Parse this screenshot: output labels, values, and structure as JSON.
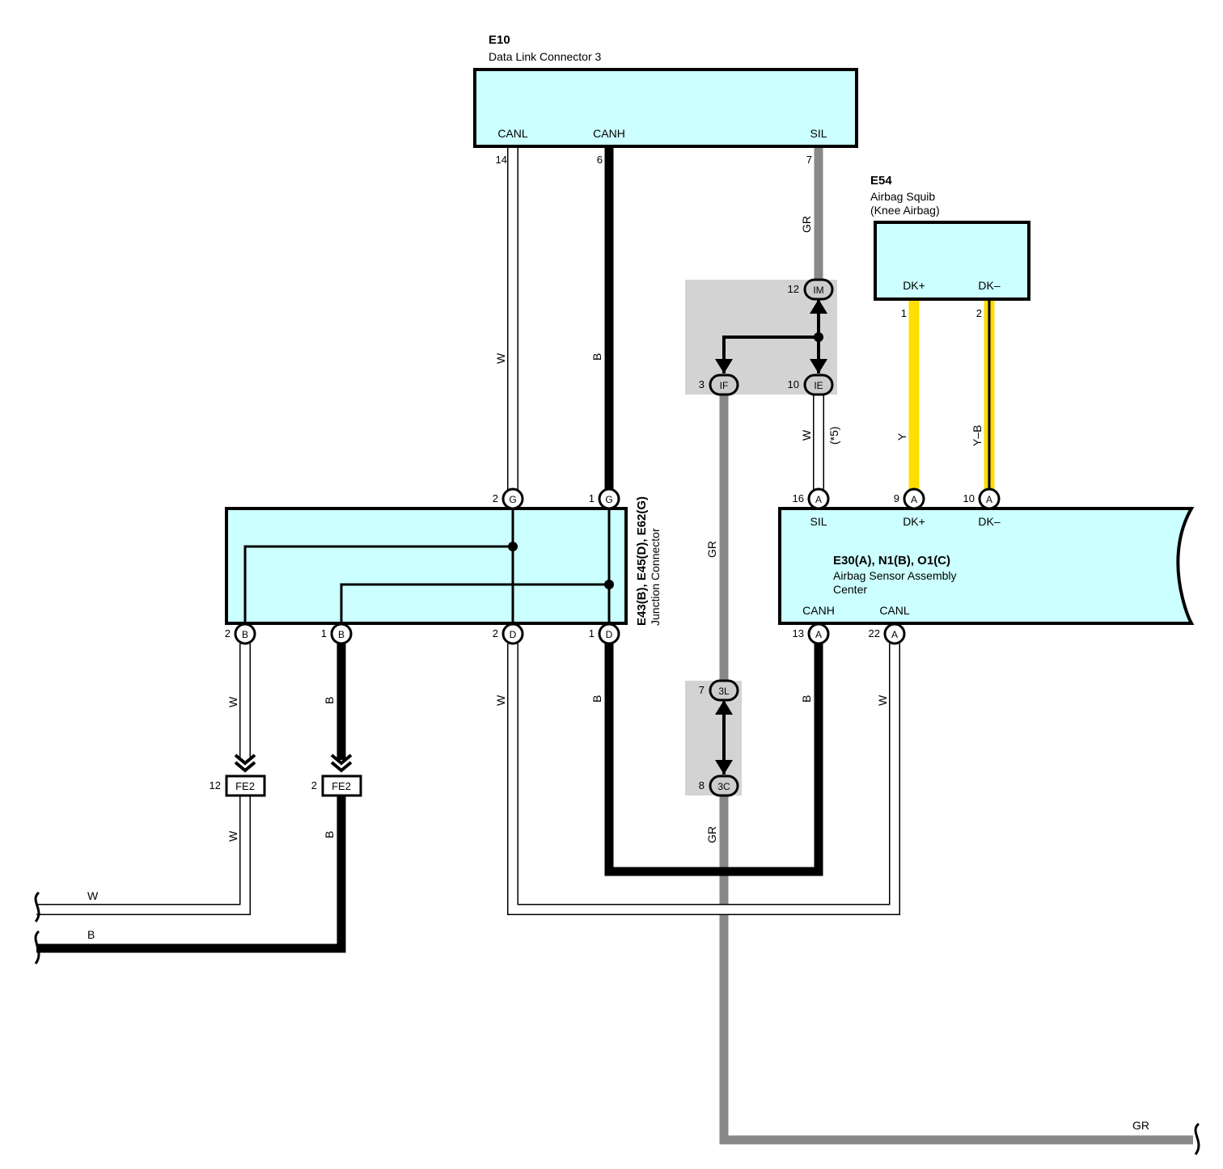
{
  "connectors": {
    "e10": {
      "code": "E10",
      "name": "Data Link Connector 3",
      "terminals": [
        "CANL",
        "CANH",
        "SIL"
      ],
      "pins": [
        "14",
        "6",
        "7"
      ]
    },
    "e54": {
      "code": "E54",
      "name_line1": "Airbag Squib",
      "name_line2": "(Knee Airbag)",
      "terminals": [
        "DK+",
        "DK–"
      ],
      "pins": [
        "1",
        "2"
      ]
    },
    "junction": {
      "code": "E43(B), E45(D), E62(G)",
      "name": "Junction Connector"
    },
    "airbag_sensor": {
      "code": "E30(A), N1(B), O1(C)",
      "name_line1": "Airbag Sensor Assembly",
      "name_line2": "Center",
      "terminals_top": [
        "SIL",
        "DK+",
        "DK–"
      ],
      "terminals_bottom": [
        "CANH",
        "CANL"
      ]
    },
    "fe2": "FE2"
  },
  "pins": {
    "jc_top": [
      {
        "num": "2",
        "letter": "G"
      },
      {
        "num": "1",
        "letter": "G"
      }
    ],
    "jc_bottom": [
      {
        "num": "2",
        "letter": "B"
      },
      {
        "num": "1",
        "letter": "B"
      },
      {
        "num": "2",
        "letter": "D"
      },
      {
        "num": "1",
        "letter": "D"
      }
    ],
    "asm_top": [
      {
        "num": "16",
        "letter": "A"
      },
      {
        "num": "9",
        "letter": "A"
      },
      {
        "num": "10",
        "letter": "A"
      }
    ],
    "asm_bottom": [
      {
        "num": "13",
        "letter": "A"
      },
      {
        "num": "22",
        "letter": "A"
      }
    ],
    "fe2": [
      {
        "num": "12"
      },
      {
        "num": "2"
      }
    ]
  },
  "splices": [
    {
      "num": "12",
      "label": "IM"
    },
    {
      "num": "3",
      "label": "IF"
    },
    {
      "num": "10",
      "label": "IE"
    },
    {
      "num": "7",
      "label": "3L"
    },
    {
      "num": "8",
      "label": "3C"
    }
  ],
  "wire_colors": {
    "white": "W",
    "black": "B",
    "gray": "GR",
    "yellow": "Y",
    "yellow_black": "Y–B"
  },
  "note": "(*5)",
  "colors": {
    "connector_fill": "#ccffff",
    "gray_wire": "#888888",
    "yellow_wire": "#ffdd00",
    "splice_shade": "#d3d3d3"
  }
}
